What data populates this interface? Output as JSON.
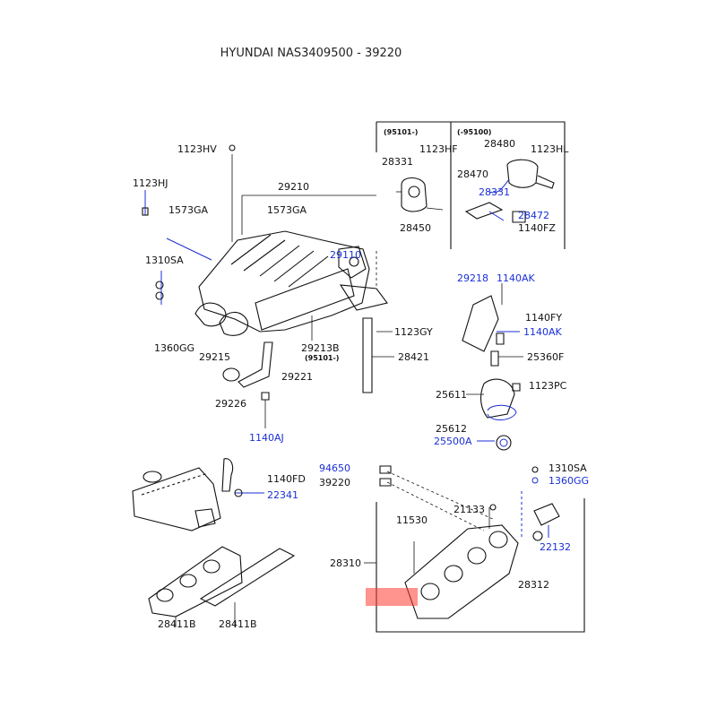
{
  "title": "HYUNDAI NAS3409500 - 39220",
  "colors": {
    "ink": "#111111",
    "highlight_blue": "#1a2fd6",
    "marker_red": "#ff3b30"
  },
  "inset_headers": {
    "left": "(95101-)",
    "right": "(-95100)"
  },
  "variant_note": "(95101-)",
  "labels": {
    "l1123HV": "1123HV",
    "l1123HJ": "1123HJ",
    "l29210": "29210",
    "l1573GA_a": "1573GA",
    "l1573GA_b": "1573GA",
    "l1310SA_top": "1310SA",
    "l1360GG": "1360GG",
    "l29215": "29215",
    "l29213B": "29213B",
    "l29221": "29221",
    "l29226": "29226",
    "l1140AJ": "1140AJ",
    "l1123GY": "1123GY",
    "l28421": "28421",
    "l28331": "28331",
    "l1123HF": "1123HF",
    "l28450": "28450",
    "l28480": "28480",
    "l1123HL": "1123HL",
    "l28470": "28470",
    "l28331b": "28331",
    "l28472": "28472",
    "l1140FZ": "1140FZ",
    "l29218": "29218",
    "l1140AK_a": "1140AK",
    "l1140FY": "1140FY",
    "l1140AK_b": "1140AK",
    "l25360F": "25360F",
    "l25611": "25611",
    "l1123PC": "1123PC",
    "l25612": "25612",
    "l25500A": "25500A",
    "l1140FD": "1140FD",
    "l22341": "22341",
    "l94650": "94650",
    "l39220": "39220",
    "l1310SA": "1310SA",
    "l1360GG_b": "1360GG",
    "l21133": "21133",
    "l11530": "11530",
    "l22132": "22132",
    "l28310": "28310",
    "l28312": "28312",
    "l28411B": "28411B",
    "l28411B_b": "28411B",
    "l29110": "29110"
  }
}
